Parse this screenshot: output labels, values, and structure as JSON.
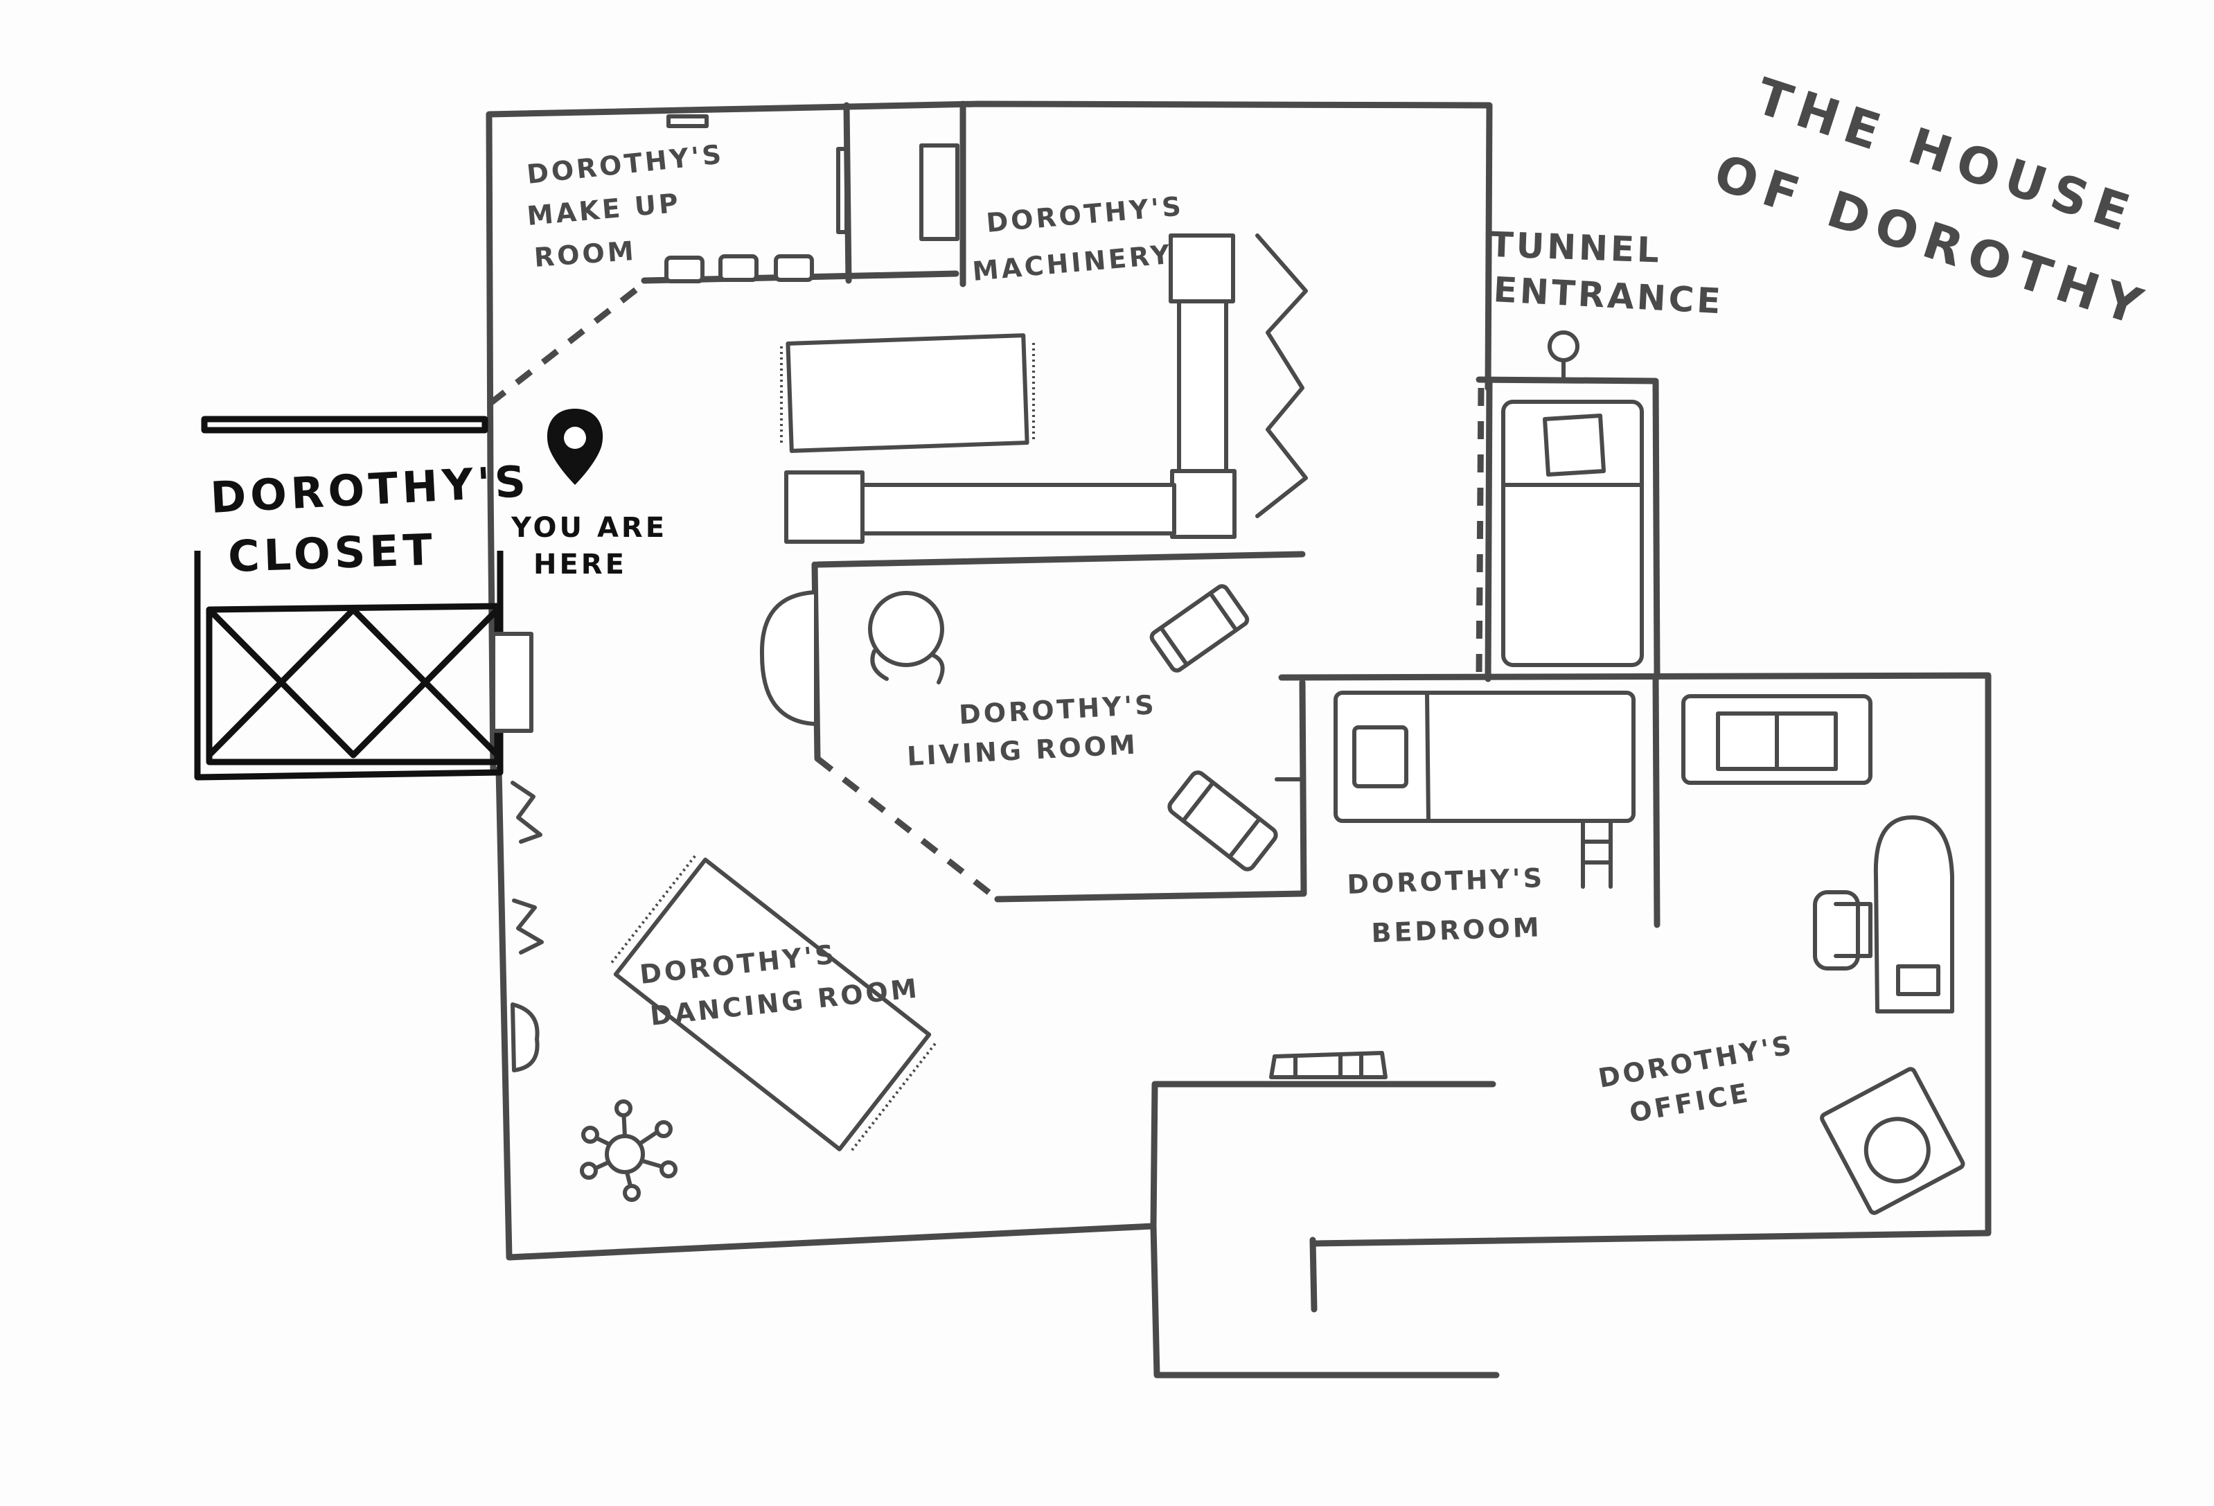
{
  "title": {
    "line1": "THE HOUSE",
    "line2": "OF DOROTHY"
  },
  "you_are_here": {
    "line1": "YOU ARE",
    "line2": "HERE",
    "icon": "location-pin-icon"
  },
  "rooms": {
    "closet": {
      "line1": "DOROTHY'S",
      "line2": "CLOSET"
    },
    "makeup": {
      "line1": "DOROTHY'S",
      "line2": "MAKE UP",
      "line3": "ROOM"
    },
    "machinery": {
      "line1": "DOROTHY'S",
      "line2": "MACHINERY"
    },
    "tunnel": {
      "line1": "TUNNEL",
      "line2": "ENTRANCE"
    },
    "living": {
      "line1": "DOROTHY'S",
      "line2": "LIVING ROOM"
    },
    "bedroom": {
      "line1": "DOROTHY'S",
      "line2": "BEDROOM"
    },
    "dancing": {
      "line1": "DOROTHY'S",
      "line2": "DANCING ROOM"
    },
    "office": {
      "line1": "DOROTHY'S",
      "line2": "OFFICE"
    }
  },
  "colors": {
    "ink": "#4a4a4a",
    "dark_ink": "#111111",
    "paper": "#fdfdfd"
  }
}
